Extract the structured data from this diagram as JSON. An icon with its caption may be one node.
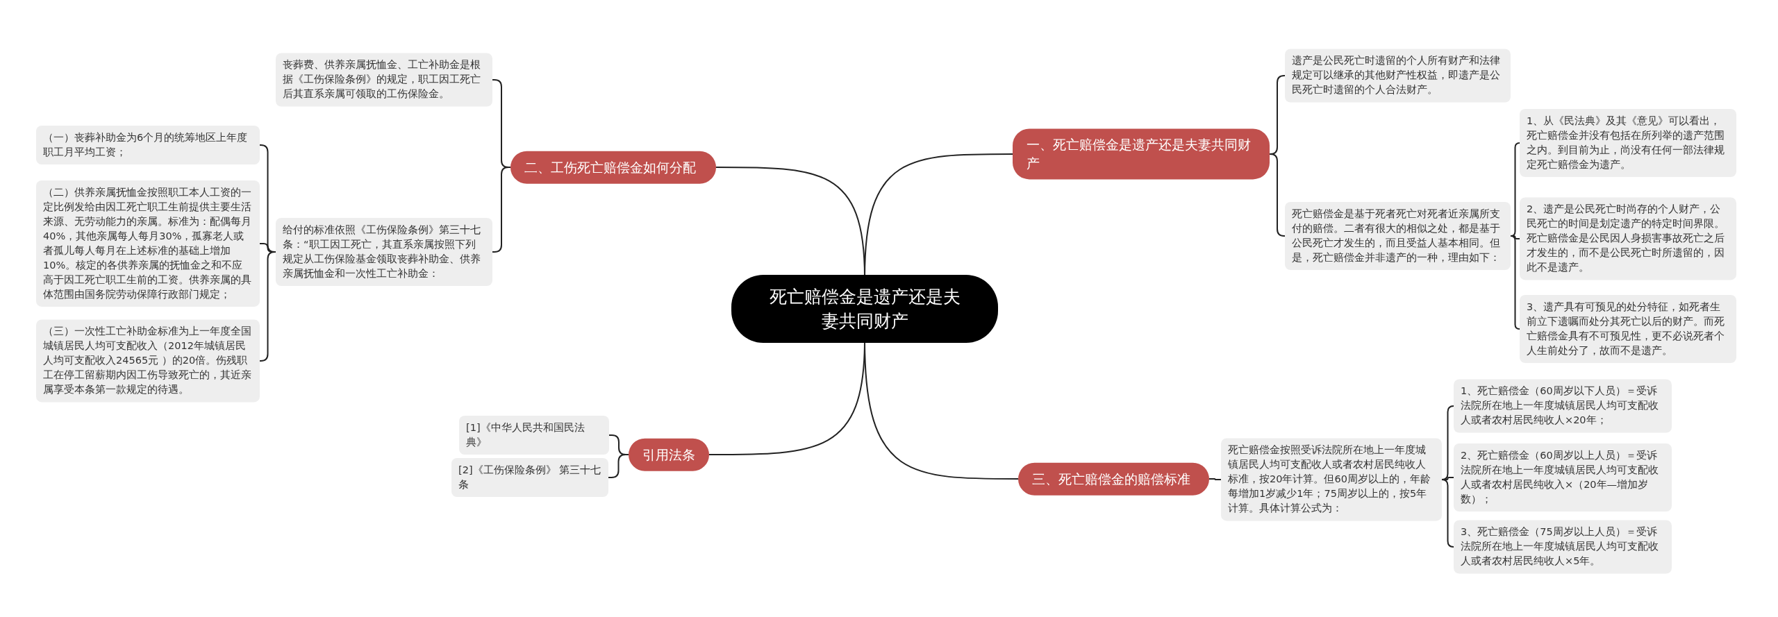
{
  "diagram": {
    "nodes": [
      {
        "text": [
          "死亡赔偿金是遗产还是夫妻共同财产"
        ]
      },
      {
        "text": [
          "一、死亡赔偿金是遗产还是夫妻共同财产"
        ]
      },
      {
        "text": [
          "遗产是公民死亡时遗留的个人所有财产和法律规定可以继承的其他财产性权益，即遗产是公民死亡时遗留的个人合法财产。"
        ]
      },
      {
        "text": [
          "死亡赔偿金是基于死者死亡对死者近亲属所支付的赔偿。二者有很大的相似之处，都是基于公民死亡才发生的，而且受益人基本相同。但是，死亡赔偿金并非遗产的一种，理由如下："
        ]
      },
      {
        "text": [
          "1、从《民法典》及其《意见》可以看出，死亡赔偿金并没有包括在所列举的遗产范围之内。到目前为止，尚没有任何一部法律规定死亡赔偿金为遗产。"
        ]
      },
      {
        "text": [
          "2、遗产是公民死亡时尚存的个人财产，公民死亡的时间是划定遗产的特定时间界限。死亡赔偿金是公民因人身损害事故死亡之后才发生的，而不是公民死亡时所遗留的，因此不是遗产。"
        ]
      },
      {
        "text": [
          "3、遗产具有可预见的处分特征，如死者生前立下遗嘱而处分其死亡以后的财产。而死亡赔偿金具有不可预见性，更不必说死者个人生前处分了，故而不是遗产。"
        ]
      },
      {
        "text": [
          "二、工伤死亡赔偿金如何分配"
        ]
      },
      {
        "text": [
          "丧葬费、供养亲属抚恤金、工亡补助金是根据《工伤保险条例》的规定，职工因工死亡后其直系亲属可领取的工伤保险金。"
        ]
      },
      {
        "text": [
          "给付的标准依照《工伤保险条例》第三十七条：“职工因工死亡，其直系亲属按照下列规定从工伤保险基金领取丧葬补助金、供养亲属抚恤金和一次性工亡补助金："
        ]
      },
      {
        "text": [
          "（一）丧葬补助金为6个月的统筹地区上年度职工月平均工资；"
        ]
      },
      {
        "text": [
          "（二）供养亲属抚恤金按照职工本人工资的一定比例发给由因工死亡职工生前提供主要生活来源、无劳动能力的亲属。标准为：配偶每月40%，其他亲属每人每月30%，孤寡老人或者孤儿每人每月在上述标准的基础上增加10%。核定的各供养亲属的抚恤金之和不应高于因工死亡职工生前的工资。供养亲属的具体范围由国务院劳动保障行政部门规定；"
        ]
      },
      {
        "text": [
          "（三）一次性工亡补助金标准为上一年度全国城镇居民人均可支配收入（2012年城镇居民人均可支配收入24565元 ）的20倍。伤残职工在停工留薪期内因工伤导致死亡的，其近亲属享受本条第一款规定的待遇。"
        ]
      },
      {
        "text": [
          "三、死亡赔偿金的赔偿标准"
        ]
      },
      {
        "text": [
          "死亡赔偿金按照受诉法院所在地上一年度城镇居民人均可支配收人或者农村居民纯收人标准，按20年计算。但60周岁以上的，年龄每增加1岁减少1年；75周岁以上的，按5年计算。具体计算公式为："
        ]
      },
      {
        "text": [
          "1、死亡赔偿金（60周岁以下人员）＝受诉法院所在地上一年度城镇居民人均可支配收人或者农村居民纯收人×20年；"
        ]
      },
      {
        "text": [
          "2、死亡赔偿金（60周岁以上人员）＝受诉法院所在地上一年度城镇居民人均可支配收人或者农村居民纯收入×（20年—增加岁数）；"
        ]
      },
      {
        "text": [
          "3、死亡赔偿金（75周岁以上人员）＝受诉法院所在地上一年度城镇居民人均可支配收人或者农村居民纯收人×5年。"
        ]
      },
      {
        "text": [
          "引用法条"
        ]
      },
      {
        "text": [
          "[1]《中华人民共和国民法典》"
        ]
      },
      {
        "text": [
          "[2]《工伤保险条例》 第三十七条"
        ]
      }
    ],
    "edges": [
      {
        "from": 0,
        "to": 1,
        "arrow": "none"
      },
      {
        "from": 1,
        "to": 2,
        "arrow": "none"
      },
      {
        "from": 1,
        "to": 3,
        "arrow": "none"
      },
      {
        "from": 3,
        "to": 4,
        "arrow": "none"
      },
      {
        "from": 3,
        "to": 5,
        "arrow": "none"
      },
      {
        "from": 3,
        "to": 6,
        "arrow": "none"
      },
      {
        "from": 0,
        "to": 7,
        "arrow": "none"
      },
      {
        "from": 7,
        "to": 8,
        "arrow": "none"
      },
      {
        "from": 7,
        "to": 9,
        "arrow": "none"
      },
      {
        "from": 9,
        "to": 10,
        "arrow": "none"
      },
      {
        "from": 9,
        "to": 11,
        "arrow": "none"
      },
      {
        "from": 9,
        "to": 12,
        "arrow": "none"
      },
      {
        "from": 0,
        "to": 13,
        "arrow": "none"
      },
      {
        "from": 13,
        "to": 14,
        "arrow": "none"
      },
      {
        "from": 14,
        "to": 15,
        "arrow": "none"
      },
      {
        "from": 14,
        "to": 16,
        "arrow": "none"
      },
      {
        "from": 14,
        "to": 17,
        "arrow": "none"
      },
      {
        "from": 0,
        "to": 18,
        "arrow": "none"
      },
      {
        "from": 18,
        "to": 19,
        "arrow": "none"
      },
      {
        "from": 18,
        "to": 20,
        "arrow": "none"
      }
    ]
  }
}
